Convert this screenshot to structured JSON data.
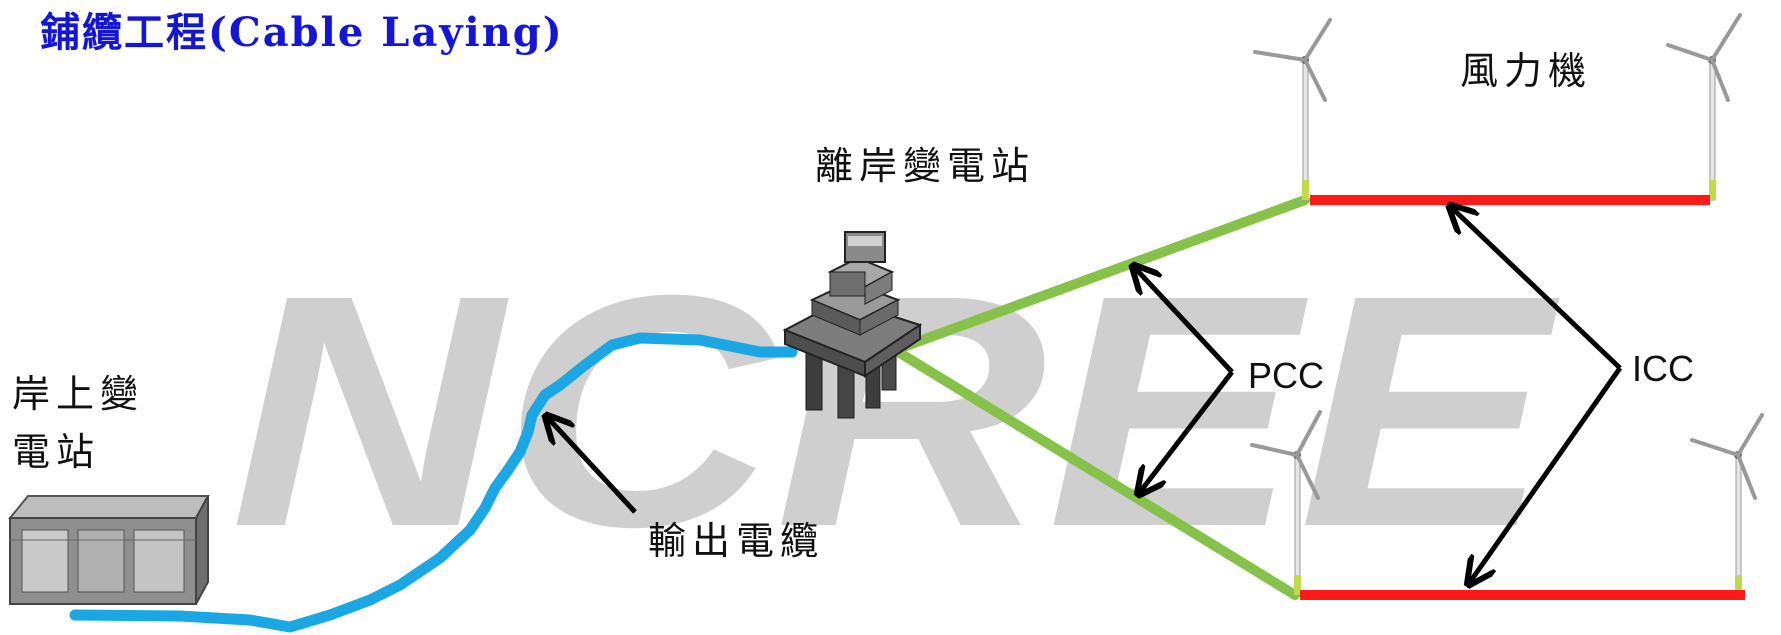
{
  "title": "鋪纜工程(Cable Laying)",
  "watermark": "NCREE",
  "labels": {
    "onshore_substation_line1": "岸上變",
    "onshore_substation_line2": "電站",
    "offshore_substation": "離岸變電站",
    "wind_turbines": "風力機",
    "export_cable": "輸出電纜",
    "pcc": "PCC",
    "icc": "ICC"
  },
  "colors": {
    "title": "#1515d6",
    "watermark": "#cfcfcf",
    "export_cable": "#1aa7e3",
    "pcc_cable": "#86c24a",
    "icc_cable": "#ff1a1a",
    "arrow": "#000000"
  }
}
